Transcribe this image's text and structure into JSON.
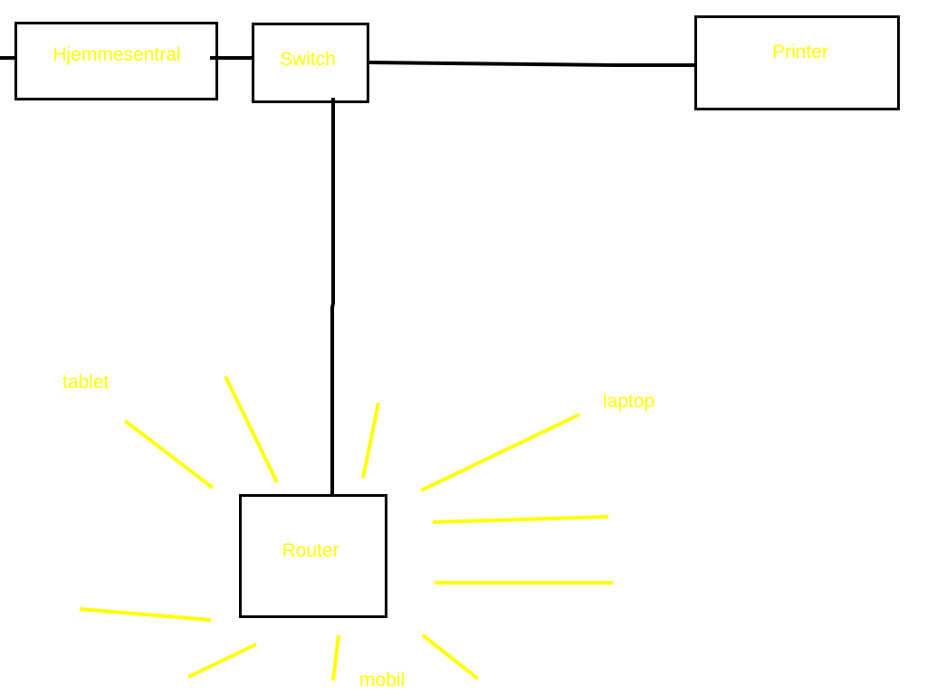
{
  "nodes": {
    "hjemmesentral": "Hjemmesentral",
    "switch": "Switch",
    "printer": "Printer",
    "router": "Router"
  },
  "devices": {
    "tablet": "tablet",
    "laptop": "laptop",
    "mobil": "mobil"
  },
  "colors": {
    "lines": "#000000",
    "labels": "#ffff00",
    "wireless": "#ffff00",
    "background": "#ffffff"
  }
}
